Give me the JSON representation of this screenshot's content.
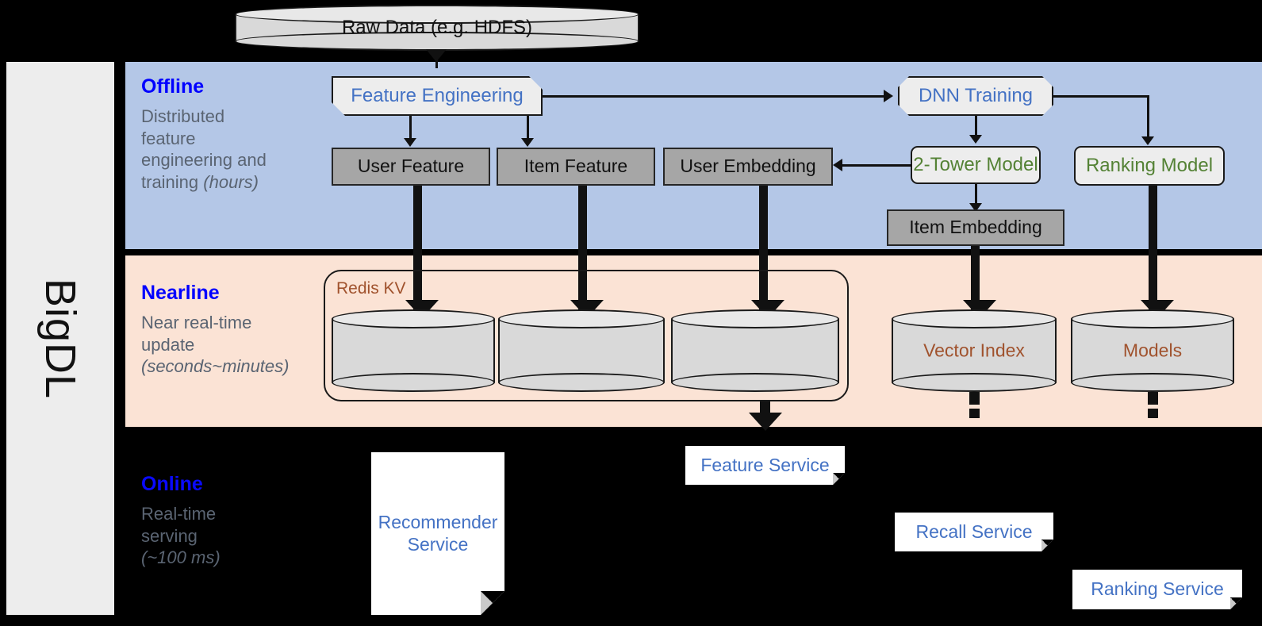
{
  "framework": {
    "name": "BigDL"
  },
  "source": {
    "label": "Raw Data (e.g. HDFS)"
  },
  "bands": {
    "offline": {
      "title": "Offline",
      "desc_line1": "Distributed",
      "desc_line2": "feature",
      "desc_line3": "engineering and",
      "desc_line4": "training ",
      "desc_em": "(hours)"
    },
    "nearline": {
      "title": "Nearline",
      "desc_line1": "Near real-time",
      "desc_line2": "update",
      "desc_em": "(seconds~minutes)"
    },
    "online": {
      "title": "Online",
      "desc_line1": "Real-time",
      "desc_line2": "serving",
      "desc_em": "(~100 ms)"
    }
  },
  "offline_nodes": {
    "feature_engineering": "Feature Engineering",
    "dnn_training": "DNN Training",
    "user_feature": "User Feature",
    "item_feature": "Item Feature",
    "user_embedding": "User Embedding",
    "two_tower_model": "2-Tower Model",
    "ranking_model": "Ranking Model",
    "item_embedding": "Item Embedding"
  },
  "nearline_nodes": {
    "redis_group": "Redis KV",
    "kv_user_feature": "",
    "kv_item_feature": "",
    "kv_user_embedding": "",
    "vector_index": "Vector Index",
    "models": "Models"
  },
  "online_nodes": {
    "recommender_service": "Recommender Service",
    "feature_service": "Feature Service",
    "recall_service": "Recall Service",
    "ranking_service": "Ranking Service"
  },
  "colors": {
    "offline_band": "#b4c7e7",
    "nearline_band": "#fbe3d5",
    "online_band": "#000000",
    "rail": "#ededed",
    "band_title": "#0000ff",
    "band_desc": "#5a6472",
    "process_blue": "#4472c4",
    "process_green": "#548235",
    "store_gray": "#a6a6a6",
    "cylinder": "#d9d9d9",
    "cylinder_text": "#a0522d",
    "service_text": "#4472c4",
    "stroke": "#1a1a1a"
  }
}
